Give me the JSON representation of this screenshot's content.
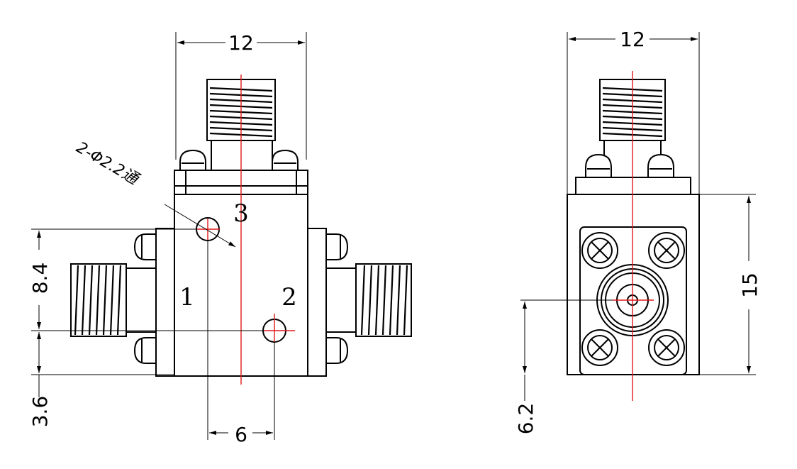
{
  "front_view": {
    "top_width_dim": "12",
    "left_upper_dim": "8.4",
    "left_lower_dim": "3.6",
    "bottom_spacing_dim": "6",
    "hole_note": "2-Φ2.2通",
    "port_labels": [
      "1",
      "2",
      "3"
    ]
  },
  "side_view": {
    "top_width_dim": "12",
    "right_height_dim": "15",
    "left_center_dim": "6.2"
  },
  "colors": {
    "line": "#000000",
    "centerline": "#e0191b",
    "background": "#ffffff"
  }
}
